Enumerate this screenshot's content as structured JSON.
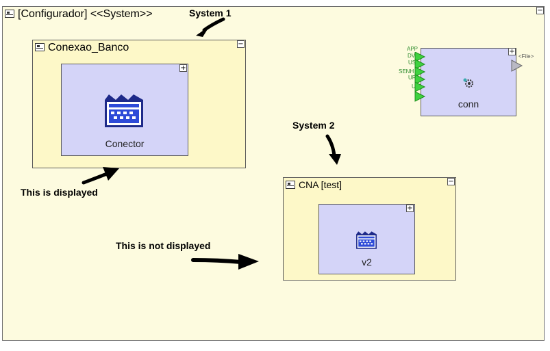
{
  "system": {
    "title": "[Configurador] <<System>>"
  },
  "block1": {
    "title": "Conexao_Banco",
    "inner_label": "Conector"
  },
  "block2": {
    "title": "CNA [test]",
    "inner_label": "v2"
  },
  "conn": {
    "label": "conn",
    "ports": [
      "APP",
      "DV",
      "US",
      "SENH",
      "UR",
      "U"
    ],
    "output_port": "<File>"
  },
  "annotations": {
    "system1": "System 1",
    "system2": "System 2",
    "displayed": "This is displayed",
    "not_displayed": "This is not displayed"
  },
  "controls": {
    "collapse": "−",
    "expand": "+"
  }
}
